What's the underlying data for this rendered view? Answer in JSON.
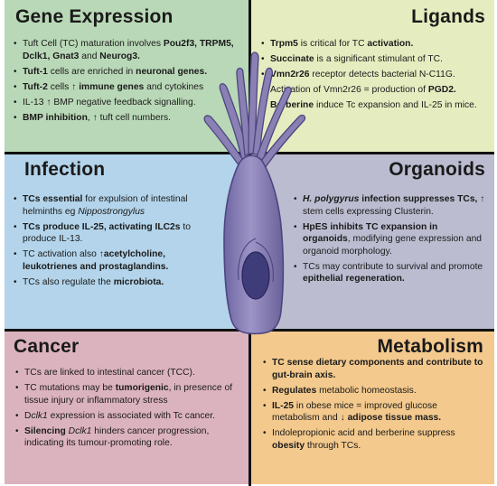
{
  "panels": {
    "gene": {
      "title": "Gene Expression",
      "bullets": [
        "Tuft Cell (TC) maturation involves <b>Pou2f3, TRPM5, Dclk1, Gnat3</b> and <b>Neurog3.</b>",
        "<b>Tuft-1</b> cells are enriched in <b>neuronal genes.</b>",
        "<b>Tuft-2</b> cells &#8593; <b>immune genes</b> and cytokines",
        "IL-13 &#8593; BMP negative feedback signalling.",
        "<b>BMP inhibition</b>, &#8593; tuft cell numbers."
      ]
    },
    "ligands": {
      "title": "Ligands",
      "bullets": [
        "<b>Trpm5</b> is critical for TC <b>activation.</b>",
        "<b>Succinate</b> is a significant stimulant of TC.",
        "<b>Vmn2r26</b> receptor detects bacterial N-C11G.",
        "Activation of Vmn2r26 = production of <b>PGD2.</b>",
        "<b>Berberine</b> induce Tc expansion and IL-25 in mice."
      ]
    },
    "infection": {
      "title": "Infection",
      "bullets": [
        "<b>TCs essential</b> for expulsion of intestinal helminths eg <i>Nippostrongylus</i>",
        "<b>TCs produce IL-25, activating ILC2s</b> to produce IL-13.",
        "TC activation also &#8593;<b>acetylcholine, leukotrienes and prostaglandins.</b>",
        "TCs also regulate the <b>microbiota.</b>"
      ]
    },
    "organoids": {
      "title": "Organoids",
      "bullets": [
        "<b><i>H. polygyrus</i> infection suppresses TCs,</b> &#8593; stem cells expressing Clusterin.",
        "<b>HpES inhibits TC expansion in organoids</b>, modifying gene expression and organoid morphology.",
        "TCs may contribute to survival and promote <b>epithelial regeneration.</b>"
      ]
    },
    "cancer": {
      "title": "Cancer",
      "bullets": [
        "TCs are linked to intestinal cancer (TCC).",
        "TC mutations may be <b>tumorigenic</b>, in presence of tissue injury or inflammatory stress",
        "D<i>clk1</i> expression is associated with Tc cancer.",
        "<b>Silencing</b> <i>Dclk1</i> hinders cancer progression, indicating its tumour-promoting role."
      ]
    },
    "metabolism": {
      "title": "Metabolism",
      "bullets": [
        "<b>TC sense dietary components and contribute to gut-brain axis.</b>",
        "<b>Regulates</b> metabolic homeostasis.",
        "<b>IL-25</b> in obese mice = improved glucose metabolism and &#8595; <b>adipose tissue mass.</b>",
        "Indolepropionic acid and berberine suppress <b>obesity</b> through TCs."
      ]
    }
  },
  "colors": {
    "gene": "#b9d8b7",
    "ligands": "#e5edc0",
    "infection": "#b3d4ea",
    "organoids": "#bbbcd0",
    "cancer": "#dbb3be",
    "metabolism": "#f3c98d",
    "cell_body": "#8a80b4",
    "cell_nucleus": "#3f3c7a"
  }
}
